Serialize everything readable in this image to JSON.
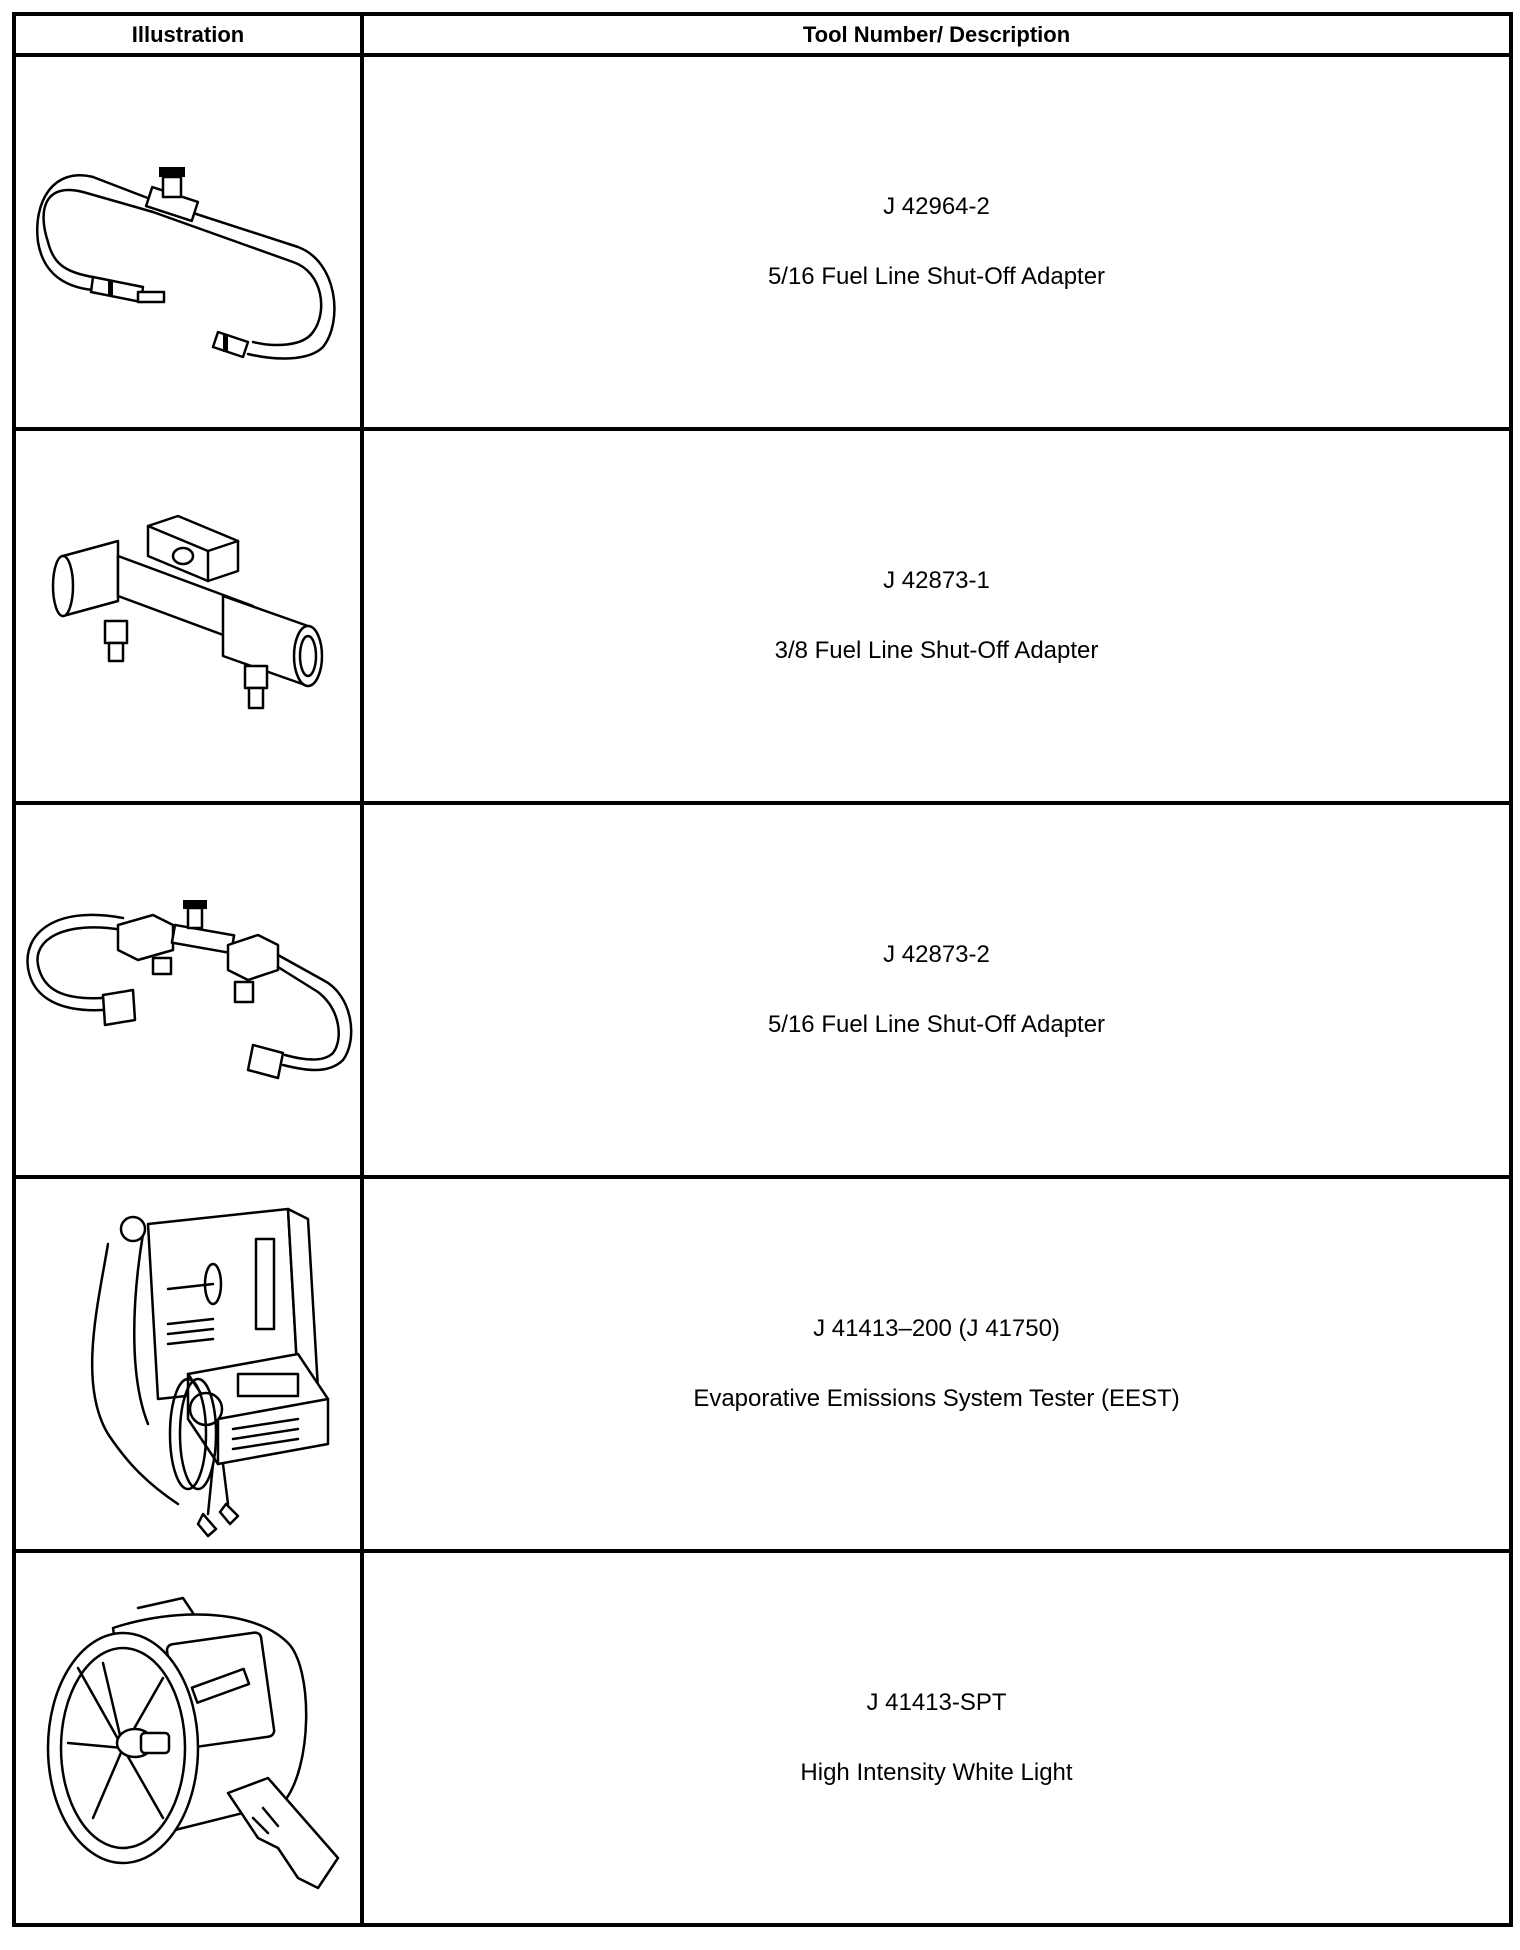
{
  "table": {
    "headers": [
      "Illustration",
      "Tool Number/ Description"
    ],
    "rows": [
      {
        "tool_number": "J 42964-2",
        "description": "5/16 Fuel Line Shut-Off Adapter",
        "icon": "fuel-line-adapter-icon"
      },
      {
        "tool_number": "J 42873-1",
        "description": "3/8 Fuel Line Shut-Off Adapter",
        "icon": "shut-off-valve-icon"
      },
      {
        "tool_number": "J 42873-2",
        "description": "5/16 Fuel Line Shut-Off Adapter",
        "icon": "fuel-line-adapter-icon"
      },
      {
        "tool_number": "J 41413–200 (J 41750)",
        "description": "Evaporative Emissions System Tester (EEST)",
        "icon": "emissions-tester-icon"
      },
      {
        "tool_number": "J 41413-SPT",
        "description": "High Intensity White Light",
        "icon": "spotlight-icon"
      }
    ]
  }
}
